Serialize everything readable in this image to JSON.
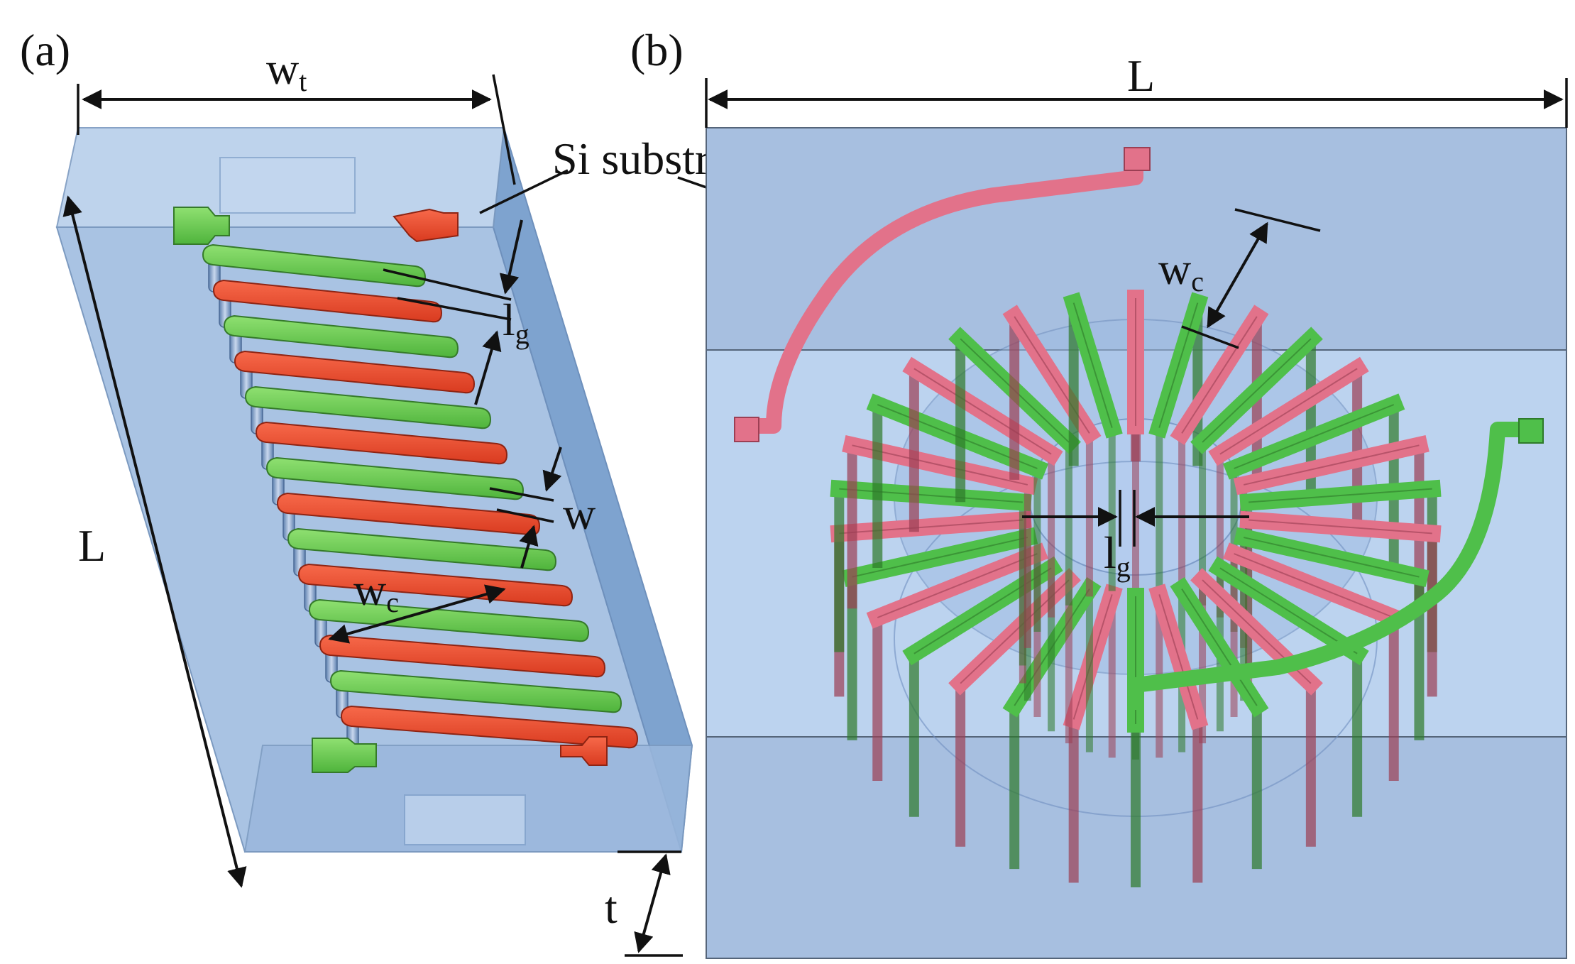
{
  "figure": {
    "panel_a": {
      "tag": "(a)",
      "width_label_main": "w",
      "width_label_sub": "t",
      "length_label": "L",
      "gap_label_main": "l",
      "gap_label_sub": "g",
      "wire_label": "w",
      "coil_label_main": "w",
      "coil_label_sub": "c",
      "thickness_label": "t"
    },
    "panel_b": {
      "tag": "(b)",
      "length_label": "L",
      "coil_label_main": "w",
      "coil_label_sub": "c",
      "gap_label_main": "l",
      "gap_label_sub": "g"
    },
    "substrate_label": "Si substrate",
    "colors": {
      "substrate": "#9bb9dc",
      "substrate_dark": "#6f96c6",
      "green_wire": "#6fd05a",
      "red_wire": "#ec4a2c",
      "pink_wire": "#e2728a",
      "toroid_green": "#4fbf4a"
    }
  }
}
